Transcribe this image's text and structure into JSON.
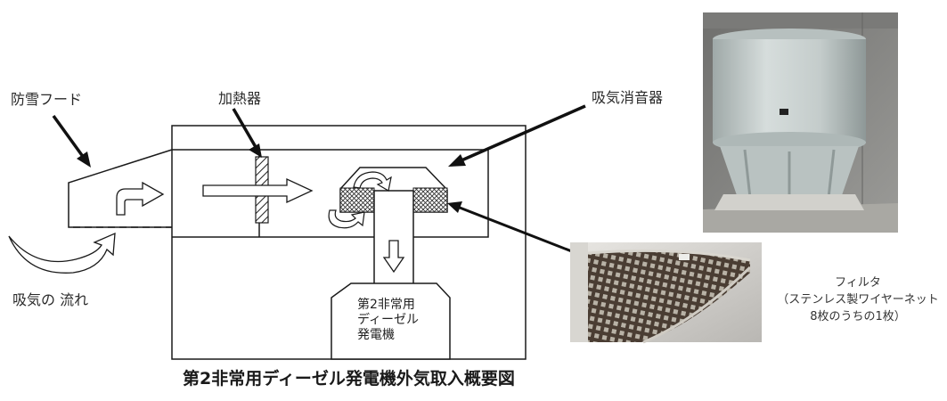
{
  "labels": {
    "snow_hood": "防雪フード",
    "heater": "加熱器",
    "intake_silencer": "吸気消音器",
    "airflow": "吸気の 流れ",
    "engine_line1": "第2非常用",
    "engine_line2": "ディーゼル",
    "engine_line3": "発電機",
    "filter_line1": "フィルタ",
    "filter_line2": "（ステンレス製ワイヤーネット",
    "filter_line3": "8枚のうちの1枚）"
  },
  "caption": "第2非常用ディーゼル発電機外気取入概要図",
  "colors": {
    "line": "#1a1a1a",
    "arrow_fill": "#ffffff",
    "photo_tank": "#c9d2d1",
    "photo_wall": "#8c8c8a",
    "mesh": "#3a2f28"
  },
  "icons": {
    "heater_hatch": "hatched-rectangle",
    "filter_mesh": "crosshatch-grid",
    "flow_arrow": "hollow-block-arrow",
    "pointer_arrow": "solid-black-arrow"
  }
}
